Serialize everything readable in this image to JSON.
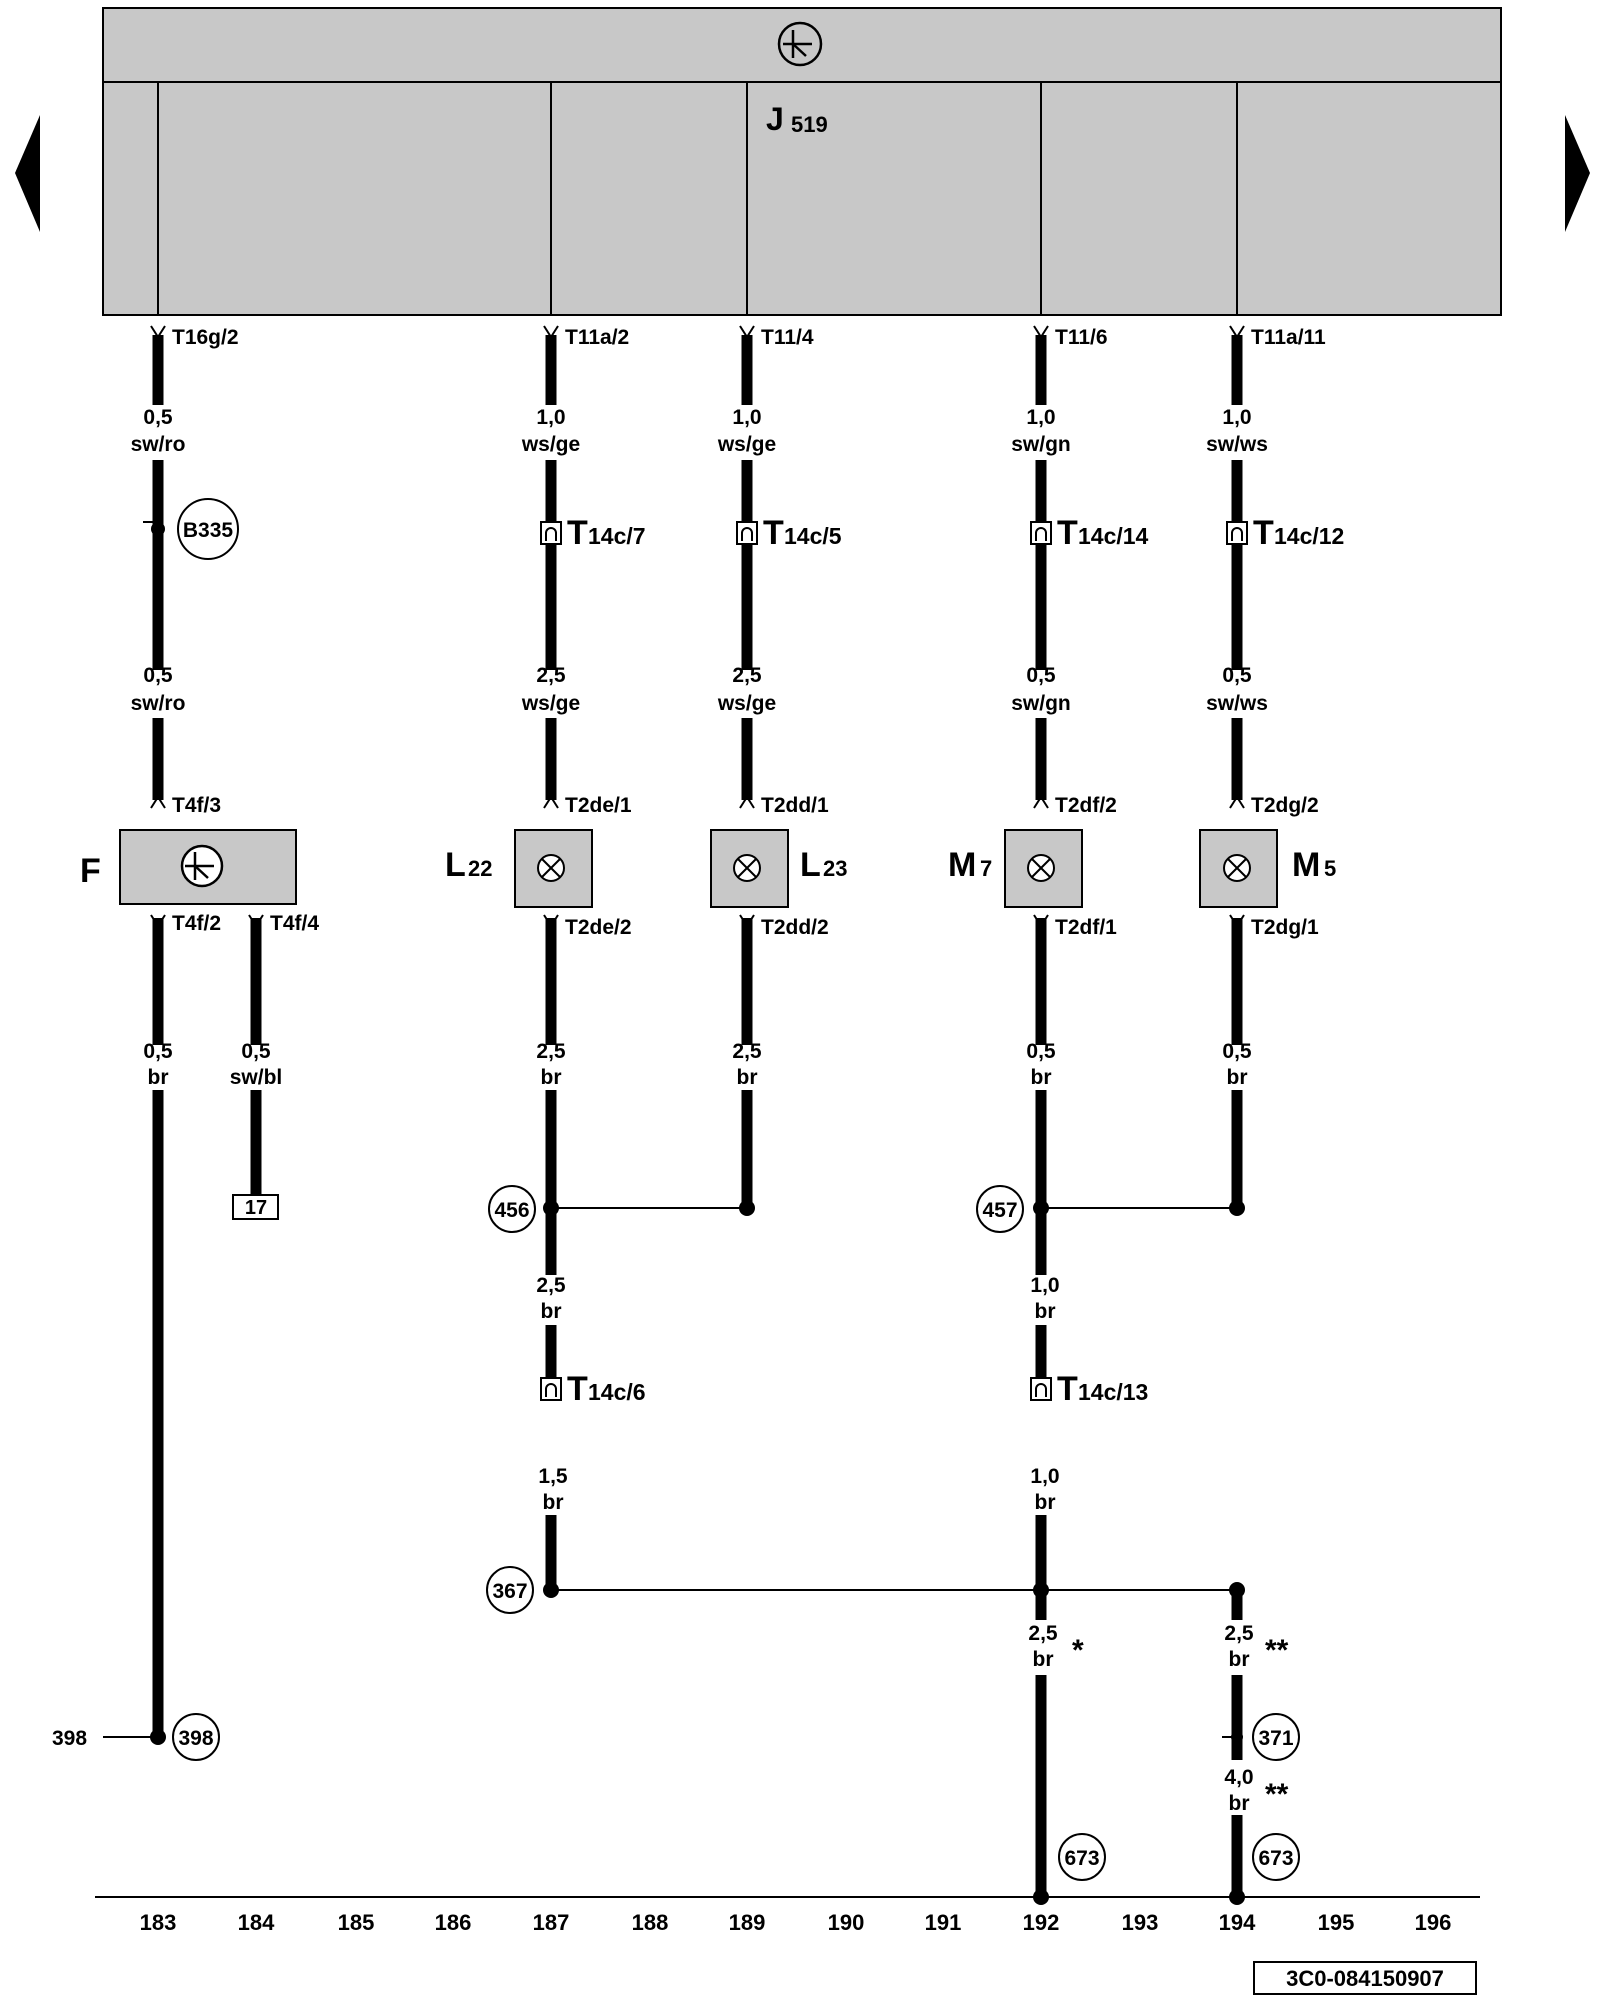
{
  "control_unit": {
    "label": "J",
    "sub": "519",
    "icon": "ground-symbol-icon"
  },
  "columns": [
    {
      "pins": [
        {
          "p": "T16g/2"
        }
      ],
      "wire1": {
        "size": "0,5",
        "color": "sw/ro"
      },
      "conn": {
        "id": "B335",
        "type": "weld-point"
      },
      "wire2": {
        "size": "0,5",
        "color": "sw/ro"
      }
    },
    {
      "pins": [
        {
          "p": "T11a/2"
        }
      ],
      "wire1": {
        "size": "1,0",
        "color": "ws/ge"
      },
      "conn": {
        "id": "T14c/7",
        "type": "plug"
      },
      "wire2": {
        "size": "2,5",
        "color": "ws/ge"
      }
    },
    {
      "pins": [
        {
          "p": "T11/4"
        }
      ],
      "wire1": {
        "size": "1,0",
        "color": "ws/ge"
      },
      "conn": {
        "id": "T14c/5",
        "type": "plug"
      },
      "wire2": {
        "size": "2,5",
        "color": "ws/ge"
      }
    },
    {
      "pins": [
        {
          "p": "T11/6"
        }
      ],
      "wire1": {
        "size": "1,0",
        "color": "sw/gn"
      },
      "conn": {
        "id": "T14c/14",
        "type": "plug"
      },
      "wire2": {
        "size": "0,5",
        "color": "sw/gn"
      }
    },
    {
      "pins": [
        {
          "p": "T11a/11"
        }
      ],
      "wire1": {
        "size": "1,0",
        "color": "sw/ws"
      },
      "conn": {
        "id": "T14c/12",
        "type": "plug"
      },
      "wire2": {
        "size": "0,5",
        "color": "sw/ws"
      }
    }
  ],
  "components": {
    "F": {
      "name": "F",
      "sub": "",
      "pin_in": "T4f/3",
      "pin_out": "T4f/2",
      "pin_out2": "T4f/4",
      "icon": "switch-symbol-icon"
    },
    "L22": {
      "name": "L",
      "sub": "22",
      "pin_in": "T2de/1",
      "pin_out": "T2de/2",
      "icon": "lamp-icon"
    },
    "L23": {
      "name": "L",
      "sub": "23",
      "pin_in": "T2dd/1",
      "pin_out": "T2dd/2",
      "icon": "lamp-icon"
    },
    "M7": {
      "name": "M",
      "sub": "7",
      "pin_in": "T2df/2",
      "pin_out": "T2df/1",
      "icon": "lamp-icon"
    },
    "M5": {
      "name": "M",
      "sub": "5",
      "pin_in": "T2dg/2",
      "pin_out": "T2dg/1",
      "icon": "lamp-icon"
    }
  },
  "lower_wires": {
    "f1": {
      "size": "0,5",
      "color": "br"
    },
    "f2": {
      "size": "0,5",
      "color": "sw/bl"
    },
    "c187": {
      "size": "2,5",
      "color": "br"
    },
    "c189": {
      "size": "2,5",
      "color": "br"
    },
    "c192": {
      "size": "0,5",
      "color": "br"
    },
    "c194": {
      "size": "0,5",
      "color": "br"
    },
    "j456": {
      "size": "2,5",
      "color": "br"
    },
    "j457": {
      "size": "1,0",
      "color": "br"
    },
    "j456b": {
      "size": "1,5",
      "color": "br"
    },
    "j457b": {
      "size": "1,0",
      "color": "br"
    },
    "g192": {
      "size": "2,5",
      "color": "br",
      "mark": "*"
    },
    "g194a": {
      "size": "2,5",
      "color": "br",
      "mark": "**"
    },
    "g194b": {
      "size": "4,0",
      "color": "br",
      "mark": "**"
    }
  },
  "nodes": {
    "n456": "456",
    "n457": "457",
    "n367": "367",
    "n398": "398",
    "n371": "371",
    "n673a": "673",
    "n673b": "673"
  },
  "plugs_lower": {
    "p187": "T14c/6",
    "p192": "T14c/13"
  },
  "ref_box": "17",
  "ref_line": "398",
  "track_numbers": [
    "183",
    "184",
    "185",
    "186",
    "187",
    "188",
    "189",
    "190",
    "191",
    "192",
    "193",
    "194",
    "195",
    "196"
  ],
  "doc_code": "3C0-084150907",
  "nav": {
    "prev_icon": "triangle-left-icon",
    "next_icon": "triangle-right-icon"
  },
  "colors": {
    "box_fill": "#c8c8c8",
    "line": "#000000"
  }
}
